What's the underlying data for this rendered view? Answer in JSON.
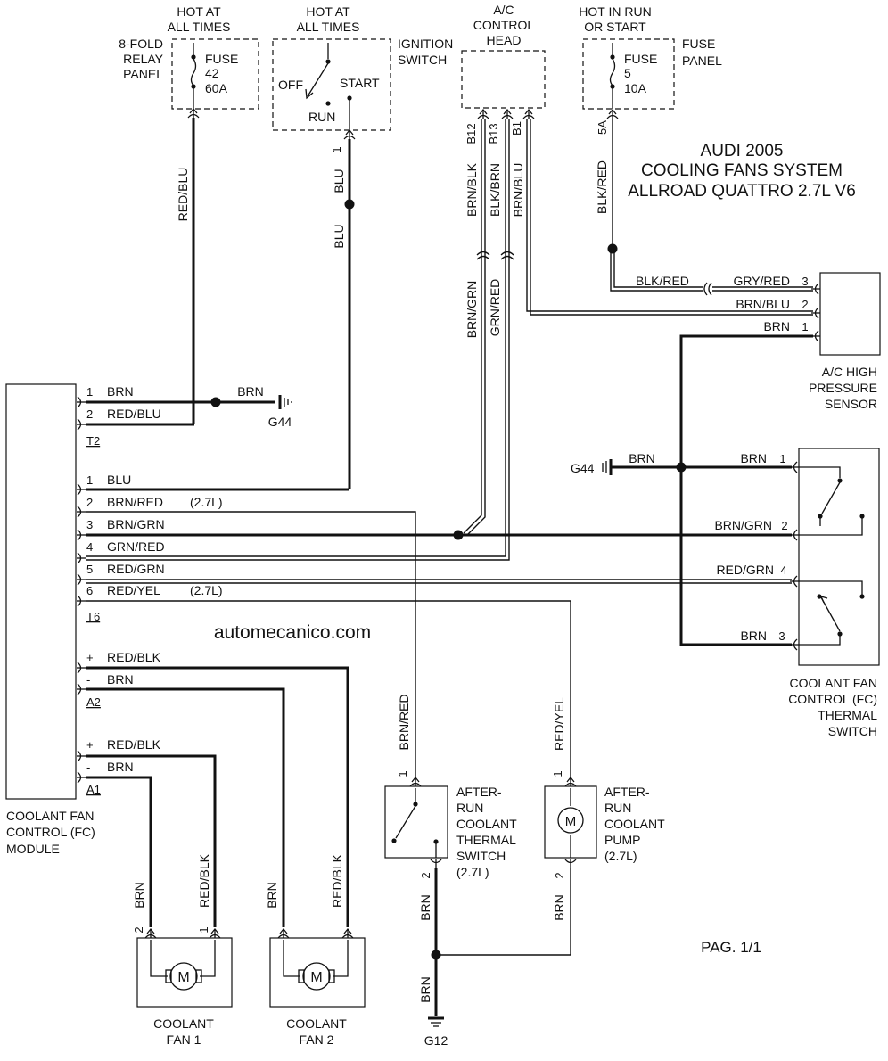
{
  "title": {
    "line1": "AUDI 2005",
    "line2": "COOLING FANS SYSTEM",
    "line3": "ALLROAD QUATTRO 2.7L V6"
  },
  "page": "PAG. 1/1",
  "watermark": "automecanico.com",
  "components": {
    "relay_panel": {
      "hot1": "HOT AT",
      "hot2": "ALL TIMES",
      "name1": "8-FOLD",
      "name2": "RELAY",
      "name3": "PANEL",
      "fuse1": "FUSE",
      "fuse2": "42",
      "fuse3": "60A"
    },
    "ignition": {
      "hot1": "HOT AT",
      "hot2": "ALL TIMES",
      "name1": "IGNITION",
      "name2": "SWITCH",
      "off": "OFF",
      "start": "START",
      "run": "RUN",
      "pin": "1"
    },
    "ac_head": {
      "name1": "A/C",
      "name2": "CONTROL",
      "name3": "HEAD",
      "pin_b12": "B12",
      "pin_b13": "B13",
      "pin_b1": "B1"
    },
    "fuse_panel": {
      "hot1": "HOT IN RUN",
      "hot2": "OR START",
      "name1": "FUSE",
      "name2": "PANEL",
      "fuse1": "FUSE",
      "fuse2": "5",
      "fuse3": "10A",
      "pin": "5A"
    },
    "ac_sensor": {
      "name1": "A/C HIGH",
      "name2": "PRESSURE",
      "name3": "SENSOR",
      "pin3": "3",
      "pin2": "2",
      "pin1": "1"
    },
    "fc_module": {
      "name1": "COOLANT FAN",
      "name2": "CONTROL (FC)",
      "name3": "MODULE",
      "t2": "T2",
      "t6": "T6",
      "a2": "A2",
      "a1": "A1"
    },
    "thermal_switch": {
      "name1": "COOLANT FAN",
      "name2": "CONTROL (FC)",
      "name3": "THERMAL",
      "name4": "SWITCH",
      "pin1": "1",
      "pin2": "2",
      "pin4": "4",
      "pin3": "3"
    },
    "afterrun_switch": {
      "name1": "AFTER-",
      "name2": "RUN",
      "name3": "COOLANT",
      "name4": "THERMAL",
      "name5": "SWITCH",
      "name6": "(2.7L)",
      "pin1": "1",
      "pin2": "2"
    },
    "afterrun_pump": {
      "name1": "AFTER-",
      "name2": "RUN",
      "name3": "COOLANT",
      "name4": "PUMP",
      "name5": "(2.7L)",
      "pin1": "1",
      "pin2": "2",
      "motor": "M"
    },
    "fan1": {
      "name1": "COOLANT",
      "name2": "FAN 1",
      "pin2": "2",
      "pin1": "1",
      "motor": "M"
    },
    "fan2": {
      "name1": "COOLANT",
      "name2": "FAN 2",
      "motor": "M"
    }
  },
  "grounds": {
    "g44a": "G44",
    "g44b": "G44",
    "g12": "G12"
  },
  "t2_pins": [
    {
      "pin": "1",
      "wire": "BRN"
    },
    {
      "pin": "2",
      "wire": "RED/BLU"
    }
  ],
  "t6_pins": [
    {
      "pin": "1",
      "wire": "BLU",
      "note": ""
    },
    {
      "pin": "2",
      "wire": "BRN/RED",
      "note": "(2.7L)"
    },
    {
      "pin": "3",
      "wire": "BRN/GRN",
      "note": ""
    },
    {
      "pin": "4",
      "wire": "GRN/RED",
      "note": ""
    },
    {
      "pin": "5",
      "wire": "RED/GRN",
      "note": ""
    },
    {
      "pin": "6",
      "wire": "RED/YEL",
      "note": "(2.7L)"
    }
  ],
  "a2_pins": [
    {
      "pin": "+",
      "wire": "RED/BLK"
    },
    {
      "pin": "-",
      "wire": "BRN"
    }
  ],
  "a1_pins": [
    {
      "pin": "+",
      "wire": "RED/BLK"
    },
    {
      "pin": "-",
      "wire": "BRN"
    }
  ],
  "wires": {
    "red_blu_vert": "RED/BLU",
    "blu_upper": "BLU",
    "blu_lower": "BLU",
    "brn_blk": "BRN/BLK",
    "blk_brn": "BLK/BRN",
    "brn_blu": "BRN/BLU",
    "brn_grn_vert": "BRN/GRN",
    "grn_red_vert": "GRN/RED",
    "blk_red_vert": "BLK/RED",
    "blk_red_horiz": "BLK/RED",
    "gry_red": "GRY/RED",
    "brn_blu_sensor": "BRN/BLU",
    "brn_sensor": "BRN",
    "brn_g44_t2": "BRN",
    "brn_g44_ts": "BRN",
    "ts_pin1": "BRN",
    "ts_pin2": "BRN/GRN",
    "ts_pin4": "RED/GRN",
    "ts_pin3": "BRN",
    "brn_red_vert": "BRN/RED",
    "red_yel_vert": "RED/YEL",
    "sw_brn": "BRN",
    "pump_brn": "BRN",
    "g12_brn": "BRN",
    "fan1_brn": "BRN",
    "fan1_redblk": "RED/BLK",
    "fan2_brn": "BRN",
    "fan2_redblk": "RED/BLK"
  }
}
